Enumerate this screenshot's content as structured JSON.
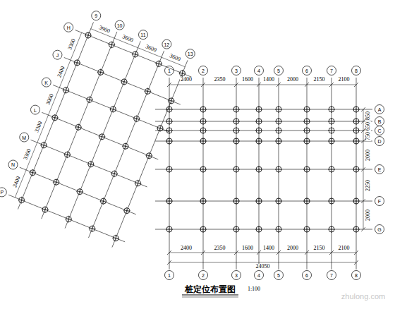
{
  "diagram": {
    "title": "桩定位布置图",
    "labels": [
      "1:100",
      "2400",
      "2350",
      "1600",
      "1400",
      "2000",
      "2150",
      "2100",
      "2400",
      "2350",
      "1600",
      "1400",
      "2000",
      "2150",
      "2100",
      "24050",
      "850",
      "650",
      "750",
      "2000",
      "2250",
      "2000",
      "3900",
      "3600",
      "3600",
      "3600",
      "3300",
      "2400",
      "3000",
      "3300",
      "3300",
      "2400",
      "1",
      "2",
      "3",
      "4",
      "5",
      "6",
      "7",
      "8",
      "1",
      "2",
      "3",
      "4",
      "5",
      "6",
      "7",
      "8",
      "A",
      "B",
      "C",
      "D",
      "E",
      "F",
      "G",
      "9",
      "10",
      "11",
      "12",
      "13",
      "H",
      "J",
      "K",
      "L",
      "M",
      "N",
      "P",
      "zhulong.com"
    ]
  }
}
